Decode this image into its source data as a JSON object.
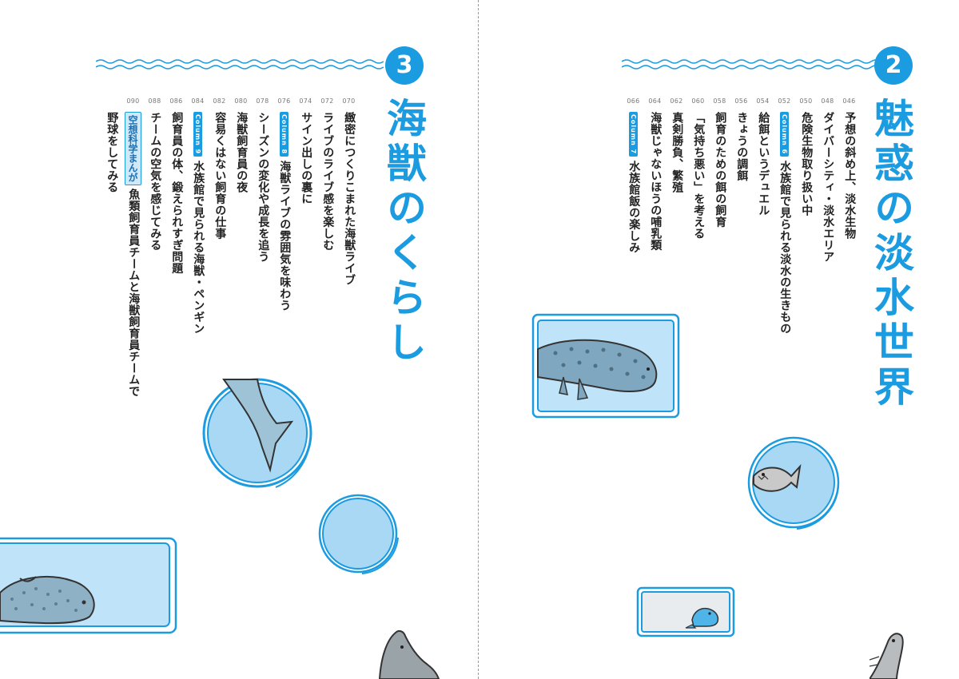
{
  "left_page": {
    "chapter_number": "3",
    "chapter_title": "海獣のくらし",
    "entries": [
      {
        "page": "070",
        "text": "緻密につくりこまれた海獣ライブ",
        "column_tag": ""
      },
      {
        "page": "072",
        "text": "ライブのライブ感を楽しむ",
        "column_tag": ""
      },
      {
        "page": "074",
        "text": "サイン出しの裏に",
        "column_tag": ""
      },
      {
        "page": "076",
        "text": "海獣ライブの雰囲気を味わう",
        "column_tag": "Column 8"
      },
      {
        "page": "078",
        "text": "シーズンの変化や成長を追う",
        "column_tag": ""
      },
      {
        "page": "080",
        "text": "海獣飼育員の夜",
        "column_tag": ""
      },
      {
        "page": "082",
        "text": "容易くはない飼育の仕事",
        "column_tag": ""
      },
      {
        "page": "084",
        "text": "水族館で見られる海獣・ペンギン",
        "column_tag": "Column 9"
      },
      {
        "page": "086",
        "text": "飼育員の体、鍛えられすぎ問題",
        "column_tag": ""
      },
      {
        "page": "088",
        "text": "チームの空気を感じてみる",
        "column_tag": ""
      },
      {
        "page": "090",
        "text": "魚類飼育員チームと海獣飼育員チームで",
        "manga_tag": "空想科学まんが"
      },
      {
        "page": "",
        "text": "野球をしてみる",
        "column_tag": ""
      }
    ]
  },
  "right_page": {
    "chapter_number": "2",
    "chapter_title": "魅惑の淡水世界",
    "entries": [
      {
        "page": "046",
        "text": "予想の斜め上、淡水生物",
        "column_tag": ""
      },
      {
        "page": "048",
        "text": "ダイバーシティ・淡水エリア",
        "column_tag": ""
      },
      {
        "page": "050",
        "text": "危険生物取り扱い中",
        "column_tag": ""
      },
      {
        "page": "052",
        "text": "水族館で見られる淡水の生きもの",
        "column_tag": "Column 6"
      },
      {
        "page": "054",
        "text": "給餌というデュエル",
        "column_tag": ""
      },
      {
        "page": "056",
        "text": "きょうの調餌",
        "column_tag": ""
      },
      {
        "page": "058",
        "text": "飼育のための餌の飼育",
        "column_tag": ""
      },
      {
        "page": "060",
        "text": "「気持ち悪い」を考える",
        "column_tag": ""
      },
      {
        "page": "062",
        "text": "真剣勝負、繁殖",
        "column_tag": ""
      },
      {
        "page": "064",
        "text": "海獣じゃないほうの哺乳類",
        "column_tag": ""
      },
      {
        "page": "066",
        "text": "水族館飯の楽しみ",
        "column_tag": "Column 7"
      }
    ]
  },
  "colors": {
    "accent": "#1b9be0",
    "light_blue": "#a9d8f5",
    "tank_blue": "#bfe3f8",
    "animal_blue": "#7fa7bf"
  },
  "illustrations": [
    "seal-in-tank-illustration",
    "dolphin-tail-bubble-illustration",
    "empty-bubble-illustration",
    "dolphin-head-illustration",
    "salamander-tank-illustration",
    "fish-bubble-illustration",
    "frog-tank-illustration",
    "eel-illustration"
  ]
}
